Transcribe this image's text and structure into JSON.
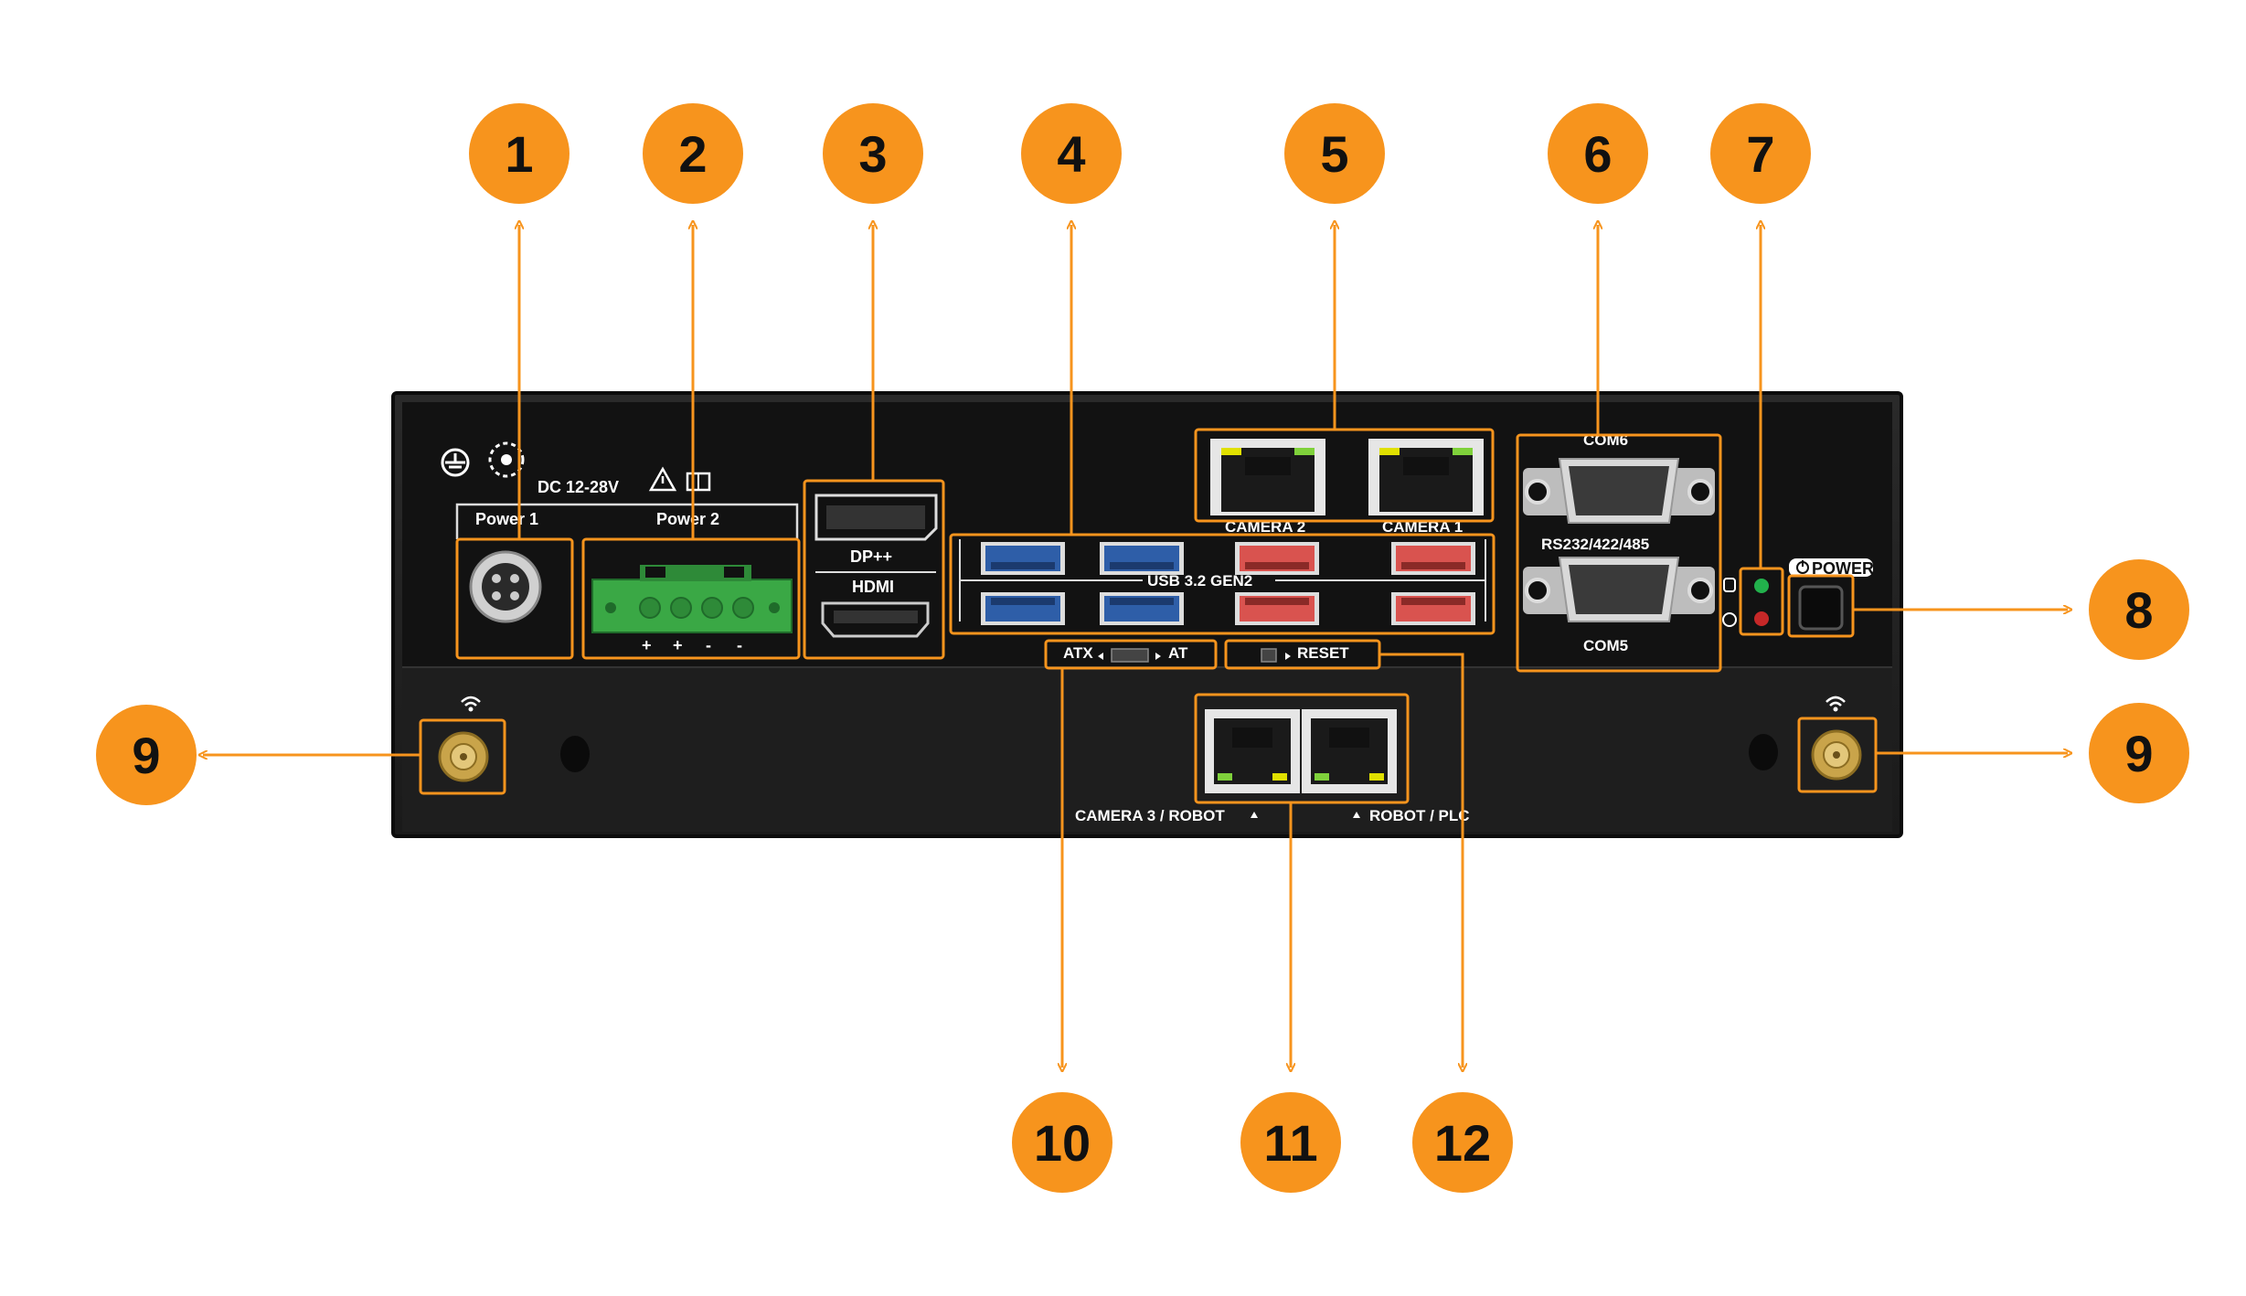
{
  "colors": {
    "callout": "#f7941d",
    "chassis": "#222222",
    "panel": "#151515",
    "terminal": "#3aa845",
    "usb_blue": "#2e5ea8",
    "usb_red": "#d9534f",
    "led_green": "#22b14c",
    "led_red": "#c62828",
    "gold": "#c9a44a"
  },
  "callouts": [
    "1",
    "2",
    "3",
    "4",
    "5",
    "6",
    "7",
    "8",
    "9",
    "9",
    "10",
    "11",
    "12"
  ],
  "labels": {
    "dc_input": "DC 12-28V",
    "power1": "Power 1",
    "power2": "Power 2",
    "terminal_pins": [
      "+",
      "+",
      "-",
      "-"
    ],
    "dp": "DP++",
    "hdmi": "HDMI",
    "usb": "USB 3.2 GEN2",
    "camera2": "CAMERA 2",
    "camera1": "CAMERA 1",
    "com6": "COM6",
    "rs": "RS232/422/485",
    "com5": "COM5",
    "power_button": "POWER",
    "atx": "ATX",
    "at": "AT",
    "reset": "RESET",
    "camera3_robot": "CAMERA 3 / ROBOT",
    "robot_plc": "ROBOT / PLC"
  },
  "icons": [
    "ground-icon",
    "fan-icon",
    "warning-icon",
    "manual-icon",
    "wifi-icon",
    "storage-led-icon",
    "power-led-icon",
    "power-symbol-icon"
  ]
}
